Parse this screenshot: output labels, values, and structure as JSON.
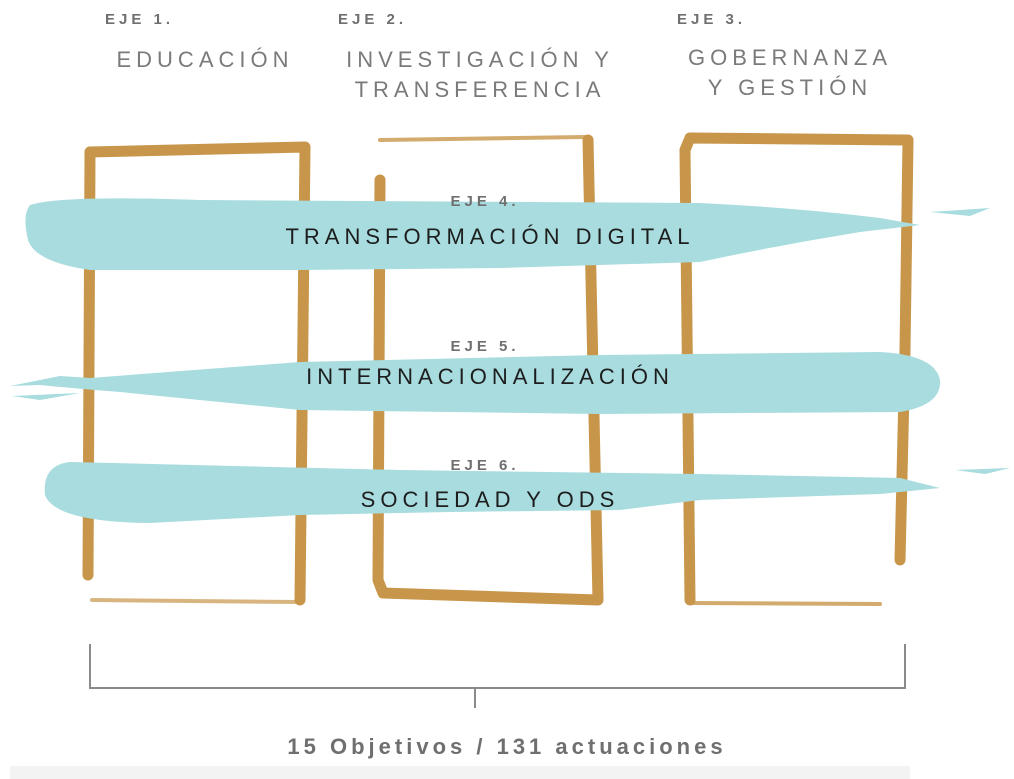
{
  "columns": [
    {
      "eje": "EJE 1.",
      "title_lines": [
        "EDUCACIÓN"
      ]
    },
    {
      "eje": "EJE 2.",
      "title_lines": [
        "INVESTIGACIÓN Y",
        "TRANSFERENCIA"
      ]
    },
    {
      "eje": "EJE 3.",
      "title_lines": [
        "GOBERNANZA",
        "Y GESTIÓN"
      ]
    }
  ],
  "bands": [
    {
      "eje": "EJE 4.",
      "title": "TRANSFORMACIÓN DIGITAL"
    },
    {
      "eje": "EJE 5.",
      "title": "INTERNACIONALIZACIÓN"
    },
    {
      "eje": "EJE 6.",
      "title": "SOCIEDAD Y ODS"
    }
  ],
  "footer": "15 Objetivos / 131 actuaciones",
  "colors": {
    "frame": "#C8964A",
    "band": "#A8DCDF",
    "text_gray": "#7a7a7a",
    "text_dark": "#1d1d1d",
    "bracket": "#8a8a8a"
  }
}
